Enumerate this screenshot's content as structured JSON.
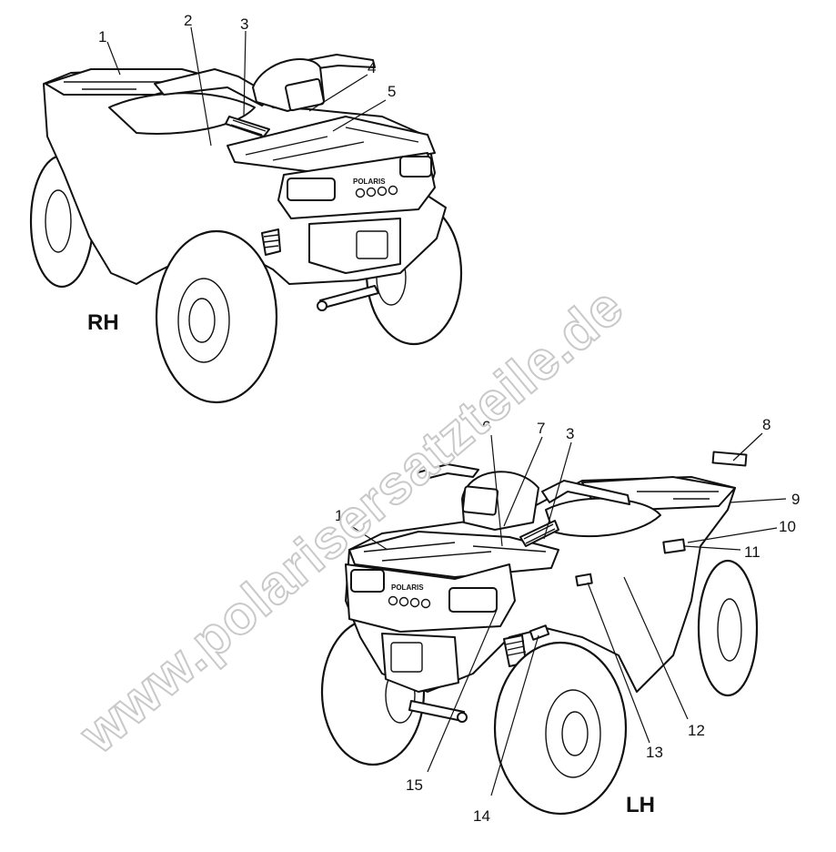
{
  "watermark": "www.polarisersatzteile.de",
  "views": {
    "rh": {
      "label": "RH"
    },
    "lh": {
      "label": "LH"
    }
  },
  "brand_plate": "POLARIS",
  "callouts": {
    "rh": [
      "1",
      "2",
      "3",
      "4",
      "5"
    ],
    "lh": [
      "6",
      "7",
      "3",
      "8",
      "9",
      "10",
      "11",
      "1",
      "12",
      "13",
      "15",
      "14"
    ]
  }
}
